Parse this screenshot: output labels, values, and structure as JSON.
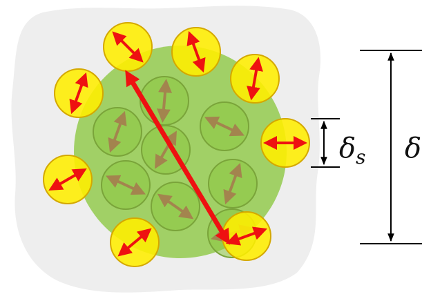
{
  "labels": {
    "delta_s_main": "δ",
    "delta_s_sub": "s",
    "delta_main": "δ"
  },
  "colors": {
    "background": "#ffffff",
    "blob": "#eeeeee",
    "cluster": "#9acd5a",
    "inner_particle": "#8dc63f",
    "inner_stroke": "#7aa43a",
    "surface_particle": "#ffee00",
    "surface_stroke": "#d4a800",
    "inner_arrow": "#a3844e",
    "surface_arrow": "#ee1111",
    "measure_line": "#000000"
  },
  "icons": {
    "inner_arrow": "double-headed-arrow",
    "surface_arrow": "double-headed-arrow",
    "measure": "dimension-bracket"
  }
}
